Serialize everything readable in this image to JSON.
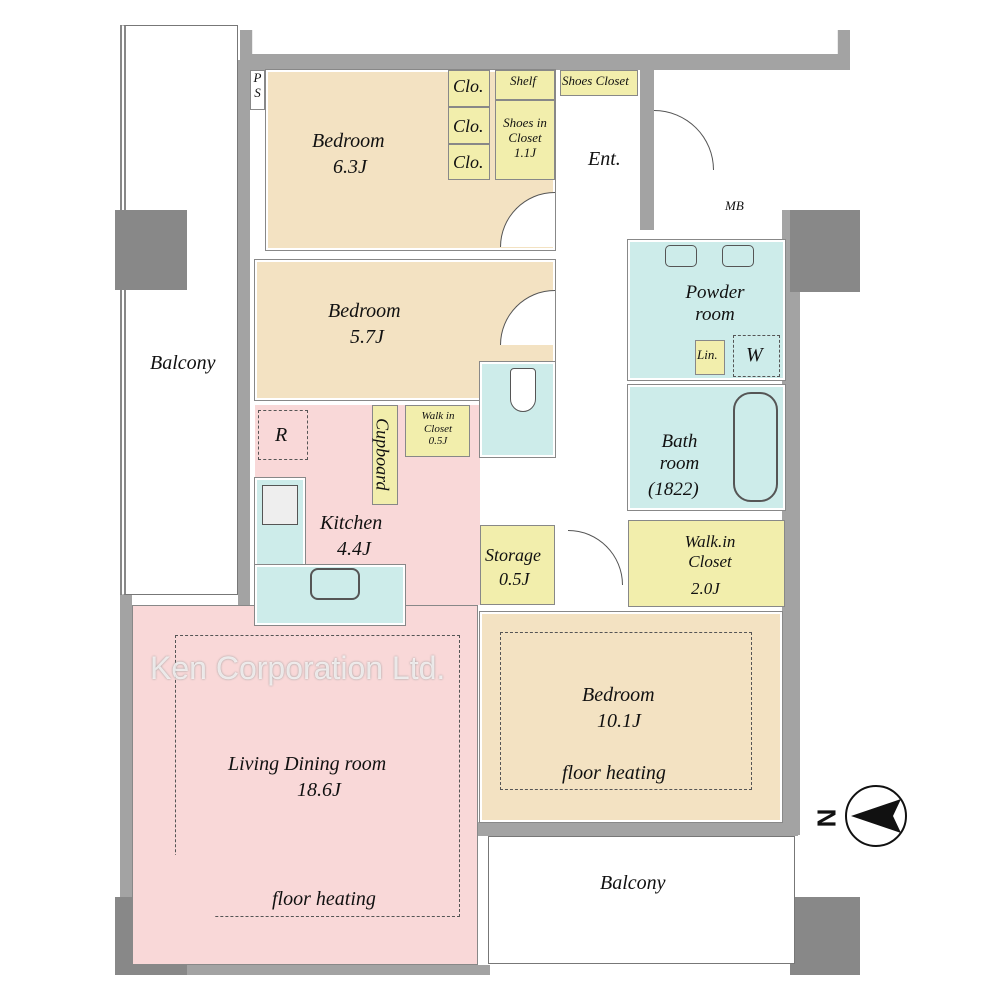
{
  "rooms": {
    "bedroom1": {
      "name": "Bedroom",
      "size": "6.3J"
    },
    "bedroom2": {
      "name": "Bedroom",
      "size": "5.7J"
    },
    "bedroom3": {
      "name": "Bedroom",
      "size": "10.1J",
      "note": "floor heating"
    },
    "ldr": {
      "name": "Living Dining room",
      "size": "18.6J",
      "note": "floor heating"
    },
    "kitchen": {
      "name": "Kitchen",
      "size": "4.4J"
    },
    "powder": {
      "name": "Powder room"
    },
    "bath": {
      "name": "Bath room",
      "size": "(1822)"
    },
    "wic_large": {
      "name": "Walk.in Closet",
      "size": "2.0J"
    },
    "wic_small": {
      "name": "Walk in Closet",
      "size": "0.5J"
    },
    "storage": {
      "name": "Storage",
      "size": "0.5J"
    },
    "shoes_in": {
      "name": "Shoes in Closet",
      "size": "1.1J"
    },
    "balcony_left": "Balcony",
    "balcony_bottom": "Balcony"
  },
  "labels": {
    "clo": "Clo.",
    "shelf": "Shelf",
    "shoes_closet": "Shoes Closet",
    "ent": "Ent.",
    "mb": "MB",
    "ps": "P S",
    "r": "R",
    "w": "W",
    "lin": "Lin.",
    "cupboard": "Cupboard",
    "compass": "N"
  },
  "watermark": "Ken Corporation Ltd.",
  "colors": {
    "wall": "#a3a3a3",
    "bedroom": "#f3e2c2",
    "living": "#f9d8d8",
    "wet": "#cdecea",
    "closet": "#f2eeac"
  }
}
